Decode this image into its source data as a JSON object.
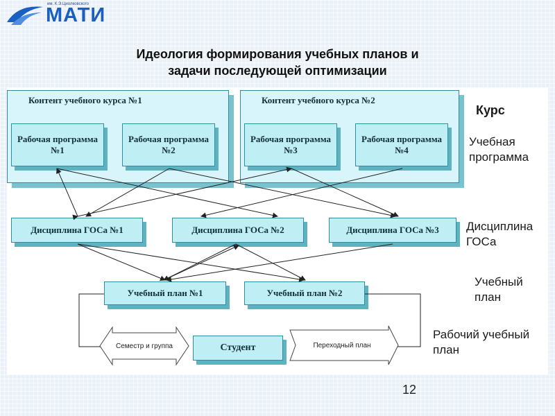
{
  "logo": {
    "caption": "им. К.Э.Циолковского",
    "text": "МАТИ"
  },
  "title": {
    "line1": "Идеология формирования учебных планов и",
    "line2": "задачи последующей оптимизации"
  },
  "courses": [
    {
      "title": "Контент учебного курса №1",
      "programs": [
        "Рабочая программа №1",
        "Рабочая программа №2"
      ]
    },
    {
      "title": "Контент учебного курса №2",
      "programs": [
        "Рабочая программа №3",
        "Рабочая программа №4"
      ]
    }
  ],
  "disciplines": [
    "Дисциплина ГОСа №1",
    "Дисциплина ГОСа №2",
    "Дисциплина ГОСа №3"
  ],
  "plans": [
    "Учебный план №1",
    "Учебный план №2"
  ],
  "student": "Студент",
  "arrows": {
    "left": "Семестр и группа",
    "right": "Переходный план"
  },
  "levels": {
    "course": "Курс",
    "program": "Учебная программа",
    "discipline": "Дисциплина ГОСа",
    "plan": "Учебный план",
    "working_plan": "Рабочий учебный план"
  },
  "page_number": "12",
  "colors": {
    "box_fill": "#bfeef4",
    "box_border": "#2d8d9c",
    "logo": "#1a5fc2"
  }
}
